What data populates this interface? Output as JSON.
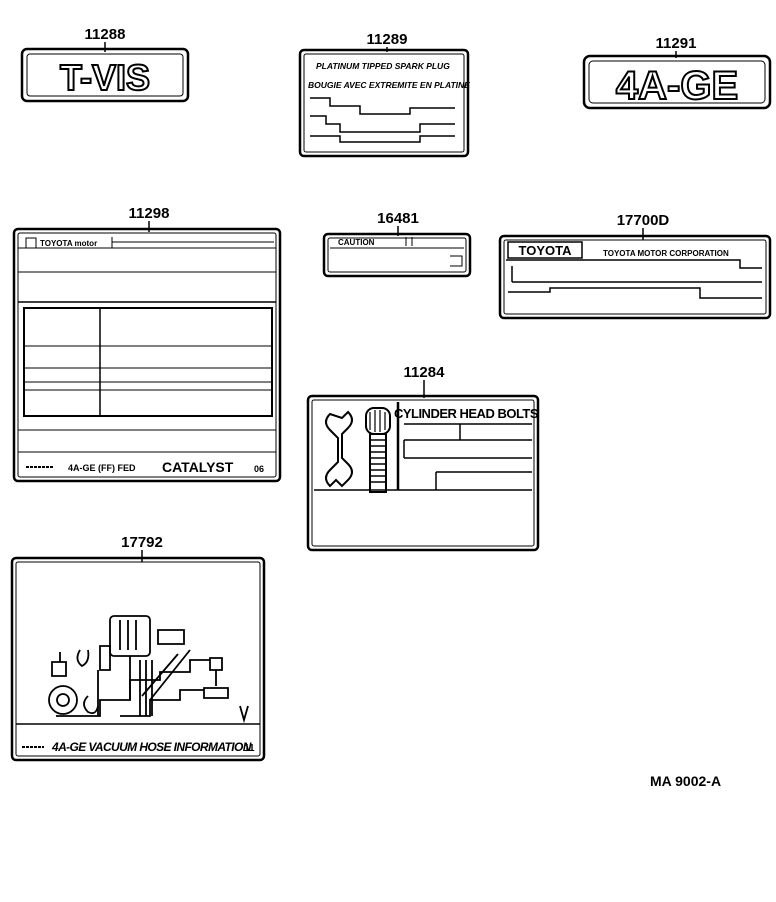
{
  "diagram": {
    "reference": "MA 9002-A",
    "parts": [
      {
        "part_no": "11288",
        "label_text": "T-VIS"
      },
      {
        "part_no": "11289",
        "lines": [
          "PLATINUM TIPPED SPARK PLUG",
          "BOUGIE AVEC EXTREMITE EN PLATINE"
        ]
      },
      {
        "part_no": "11291",
        "label_text": "4A-GE"
      },
      {
        "part_no": "11298",
        "brand": "TOYOTA motor",
        "footer": "4A-GE (FF) FED",
        "footer_right": "CATALYST",
        "footer_code": "06"
      },
      {
        "part_no": "16481",
        "caption": "CAUTION"
      },
      {
        "part_no": "17700D",
        "brand": "TOYOTA",
        "maker": "TOYOTA MOTOR CORPORATION"
      },
      {
        "part_no": "11284",
        "title": "CYLINDER HEAD BOLTS"
      },
      {
        "part_no": "17792",
        "title": "4A-GE VACUUM HOSE INFORMATION",
        "code": "11"
      }
    ]
  }
}
